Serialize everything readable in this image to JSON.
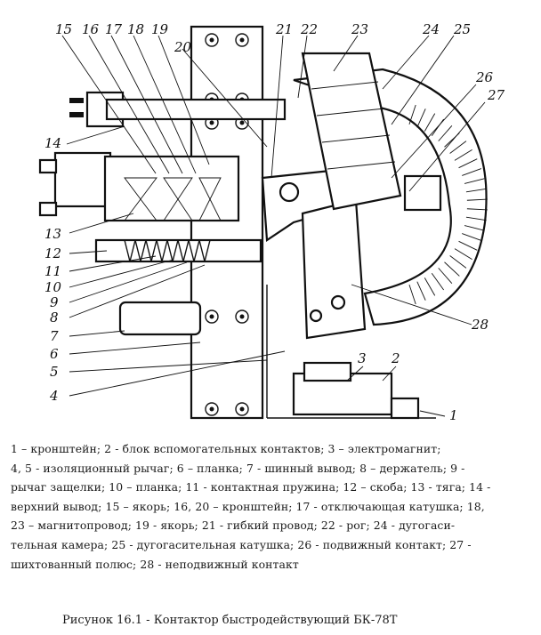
{
  "diagram": {
    "labels": [
      {
        "id": "label-1",
        "text": "1"
      },
      {
        "id": "label-2",
        "text": "2"
      },
      {
        "id": "label-3",
        "text": "3"
      },
      {
        "id": "label-4",
        "text": "4"
      },
      {
        "id": "label-5",
        "text": "5"
      },
      {
        "id": "label-6",
        "text": "6"
      },
      {
        "id": "label-7",
        "text": "7"
      },
      {
        "id": "label-8",
        "text": "8"
      },
      {
        "id": "label-9",
        "text": "9"
      },
      {
        "id": "label-10",
        "text": "10"
      },
      {
        "id": "label-11",
        "text": "11"
      },
      {
        "id": "label-12",
        "text": "12"
      },
      {
        "id": "label-13",
        "text": "13"
      },
      {
        "id": "label-14",
        "text": "14"
      },
      {
        "id": "label-15",
        "text": "15"
      },
      {
        "id": "label-16",
        "text": "16"
      },
      {
        "id": "label-17",
        "text": "17"
      },
      {
        "id": "label-18",
        "text": "18"
      },
      {
        "id": "label-19",
        "text": "19"
      },
      {
        "id": "label-20",
        "text": "20"
      },
      {
        "id": "label-21",
        "text": "21"
      },
      {
        "id": "label-22",
        "text": "22"
      },
      {
        "id": "label-23",
        "text": "23"
      },
      {
        "id": "label-24",
        "text": "24"
      },
      {
        "id": "label-25",
        "text": "25"
      },
      {
        "id": "label-26",
        "text": "26"
      },
      {
        "id": "label-27",
        "text": "27"
      },
      {
        "id": "label-28",
        "text": "28"
      }
    ]
  },
  "legend": {
    "lines": [
      "1 – кронштейн; 2 - блок вспомогательных контактов; 3 – электромагнит;",
      "4, 5 - изоляционный рычаг; 6 – планка; 7 - шинный вывод; 8 – держатель; 9 -",
      "рычаг защелки; 10 – планка; 11 - контактная пружина; 12 – скоба; 13 - тяга; 14 -",
      "верхний вывод; 15 – якорь; 16, 20 – кронштейн; 17 - отключающая катушка; 18,",
      "23 – магнитопровод; 19 - якорь; 21 - гибкий провод; 22 - рог; 24 - дугога­си-",
      "тельная камера; 25 - дугогасительная катушка; 26 - подвижный контакт; 27 -",
      "шихтованный полюс; 28 - неподвижный контакт"
    ]
  },
  "caption": "Рисунок 16.1 - Контактор быстродействующий БК-78Т"
}
